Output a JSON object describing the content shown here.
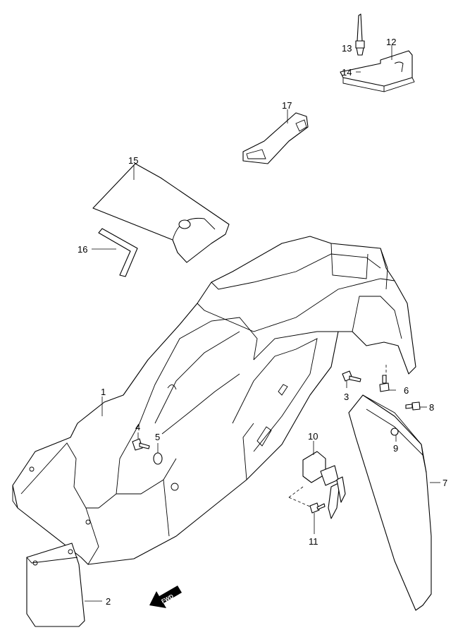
{
  "diagram": {
    "title": "Rear fender parts diagram",
    "callouts": [
      "1",
      "2",
      "3",
      "4",
      "5",
      "6",
      "7",
      "8",
      "9",
      "10",
      "11",
      "12",
      "13",
      "14",
      "15",
      "16",
      "17"
    ],
    "direction_label": "FWD"
  }
}
